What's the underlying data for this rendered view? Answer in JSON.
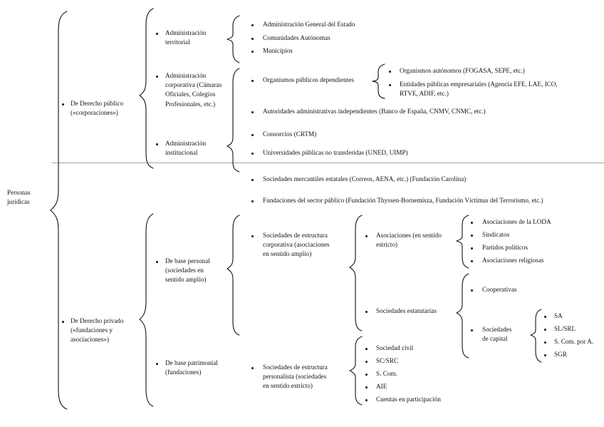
{
  "diagram": {
    "title": "Personas jurídicas",
    "type": "hierarchical-bracket-taxonomy",
    "language": "es",
    "root": {
      "label": "Personas\njurídicas"
    },
    "divider": {
      "style": "dotted",
      "meaning": "separación entre sector público administrativo y sector público empresarial/fundacional"
    },
    "level1": [
      {
        "id": "derecho-publico",
        "label": "De Derecho público\n(«corporaciones»)"
      },
      {
        "id": "derecho-privado",
        "label": "De Derecho privado\n(«fundaciones y\nasociaciones»)"
      }
    ],
    "level2": [
      {
        "id": "admin-territorial",
        "label": "Administración\nterritorial"
      },
      {
        "id": "admin-corporativa",
        "label": "Administración\ncorporativa (Cámaras\nOficiales, Colegios\nProfesionales, etc.)"
      },
      {
        "id": "admin-institucional",
        "label": "Administración\ninstitucional"
      },
      {
        "id": "base-personal",
        "label": "De base personal\n(sociedades en\nsentido amplio)"
      },
      {
        "id": "base-patrimonial",
        "label": "De base patrimonial\n(fundaciones)"
      }
    ],
    "level3": {
      "admin_territorial_items": [
        "Administración General del Estado",
        "Comunidades Autónomas",
        "Municipios"
      ],
      "admin_institucional_items": [
        "Organismos públicos dependientes",
        "Autoridades administrativas independientes (Banco de España, CNMV, CNMC, etc.)",
        "Consorcios (CRTM)",
        "Universidades públicas no transferidas (UNED, UIMP)"
      ],
      "below_divider_items": [
        "Sociedades mercantiles estatales (Correos, AENA, etc.) (Fundación Carolina)",
        "Fundaciones del sector público (Fundación Thyssen-Bornemisza, Fundación Víctimas del Terrorismo, etc.)"
      ],
      "privado_items": [
        {
          "id": "estructura-corporativa",
          "label": "Sociedades de estructura\ncorporativa (asociaciones\nen sentido amplio)"
        },
        {
          "id": "estructura-personalista",
          "label": "Sociedades de estructura\npersonalista (sociedades\nen sentido estricto)"
        }
      ]
    },
    "level4": {
      "organismos_publicos_items": [
        "Organismos autónomos (FOGASA, SEPE, etc.)",
        "Entidades públicas empresariales (Agencia EFE, LAE, ICO,\nRTVE, ADIF, etc.)"
      ],
      "estructura_corporativa_items": [
        {
          "id": "asociaciones",
          "label": "Asociaciones (en sentido\nestricto)"
        },
        {
          "id": "sociedades-estatutarias",
          "label": "Sociedades estatutarias"
        }
      ],
      "estructura_personalista_items": [
        "Sociedad civil",
        "SC/SRC",
        "S. Com.",
        "AIE",
        "Cuentas en participación"
      ]
    },
    "level5": {
      "asociaciones_items": [
        "Asociaciones de la LODA",
        "Sindicatos",
        "Partidos políticos",
        "Asociaciones religiosas"
      ],
      "sociedades_estatutarias_items": [
        {
          "id": "cooperativas",
          "label": "Cooperativas"
        },
        {
          "id": "sociedades-capital",
          "label": "Sociedades\nde capital"
        }
      ]
    },
    "level6": {
      "sociedades_capital_items": [
        "SA",
        "SL/SRL",
        "S. Com. por A.",
        "SGR"
      ]
    },
    "colors": {
      "text": "#141414",
      "stroke": "#1c1c1c",
      "divider": "#4a4a4a",
      "background": "#ffffff"
    }
  }
}
